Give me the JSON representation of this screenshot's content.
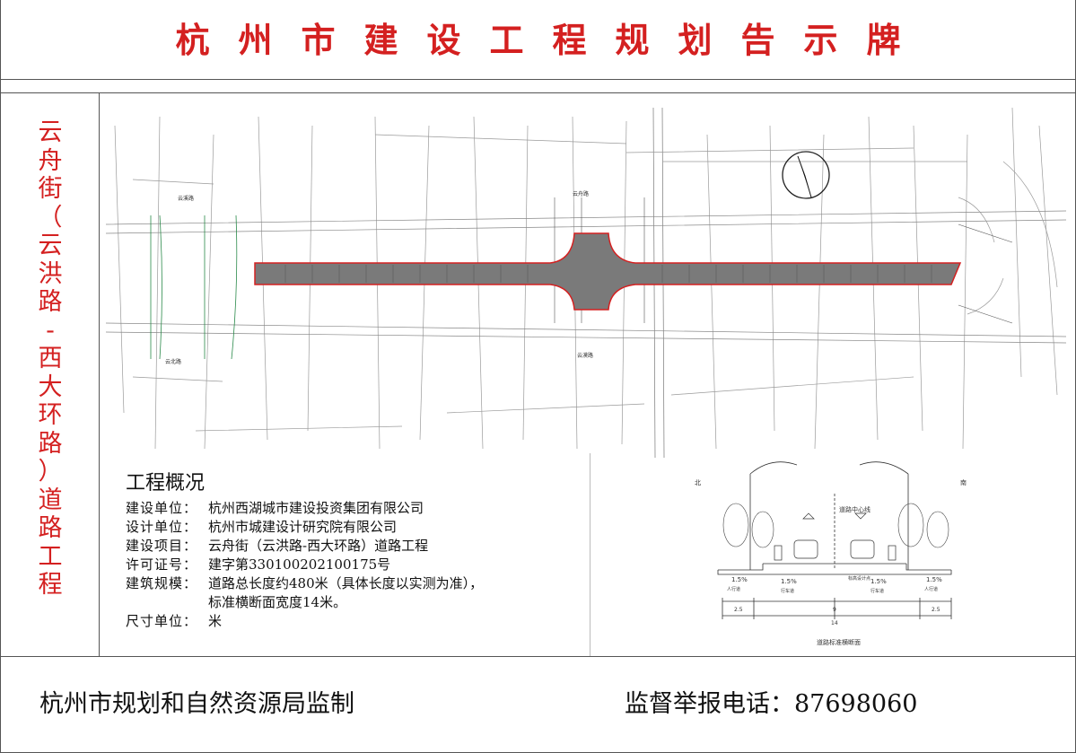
{
  "title": [
    "杭",
    "州",
    "市",
    "建",
    "设",
    "工",
    "程",
    "规",
    "划",
    "告",
    "示",
    "牌"
  ],
  "vertical_title": [
    "云",
    "舟",
    "街",
    "（",
    "云",
    "洪",
    "路",
    "-",
    "西",
    "大",
    "环",
    "路",
    "）",
    "道",
    "路",
    "工",
    "程"
  ],
  "overview": {
    "heading": "工程概况",
    "rows": [
      {
        "label": "建设单位：",
        "value": "杭州西湖城市建设投资集团有限公司"
      },
      {
        "label": "设计单位：",
        "value": "杭州市城建设计研究院有限公司"
      },
      {
        "label": "建设项目：",
        "value": "云舟街（云洪路-西大环路）道路工程"
      },
      {
        "label": "许可证号：",
        "value": "建字第330100202100175号"
      },
      {
        "label": "建筑规模：",
        "value": "道路总长度约480米（具体长度以实测为准），"
      },
      {
        "label": "",
        "value": "标准横断面宽度14米。"
      },
      {
        "label": "尺寸单位：",
        "value": "米"
      }
    ]
  },
  "plan_labels": {
    "yunxi": "云溪路",
    "yunyi": "云舟路",
    "yunmo": "云漠路",
    "yunbei": "云北路"
  },
  "section": {
    "north": "北",
    "south": "南",
    "center": "道路中心线",
    "slope1": "1.5%",
    "slope2": "1.5%",
    "slope3": "1.5%",
    "slope4": "1.5%",
    "lane_left": "人行道",
    "lane_left2": "行车道",
    "lane_right2": "行车道",
    "lane_right": "人行道",
    "design": "标高设计点",
    "dim_left": "2.5",
    "dim_mid": "9",
    "dim_right": "2.5",
    "dim_total": "14",
    "caption": "道路标准横断面"
  },
  "footer": {
    "left": "杭州市规划和自然资源局监制",
    "right": "监督举报电话：87698060"
  },
  "colors": {
    "title_red": "#d42020",
    "road_fill": "#7a7a7a",
    "road_outline": "#d42020"
  }
}
